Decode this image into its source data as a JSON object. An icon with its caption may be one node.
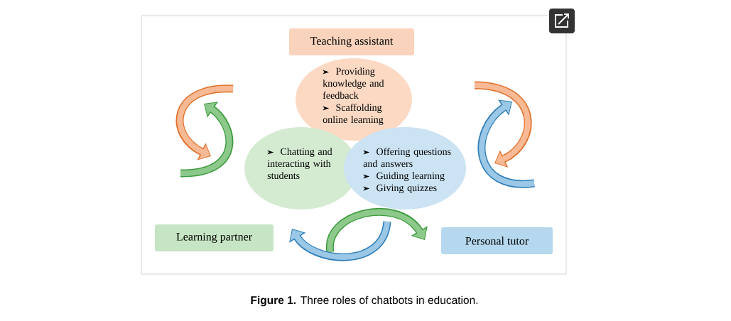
{
  "diagram": {
    "caption": "**Figure 1.** Three roles of chatbots in education.",
    "nodes": [
      {
        "text": [
          "Teaching assistant"
        ]
      },
      {
        "text": [
          "Providing knowledge and feedback",
          "Scaffolding online learning"
        ]
      },
      {
        "text": [
          "Chatting and interacting with students"
        ]
      },
      {
        "text": [
          "Offering questions and answers",
          "Guiding learning",
          "Giving quizzes"
        ]
      },
      {
        "text": [
          "Learning partner"
        ]
      },
      {
        "text": [
          "Personal tutor"
        ]
      }
    ],
    "edges": []
  }
}
